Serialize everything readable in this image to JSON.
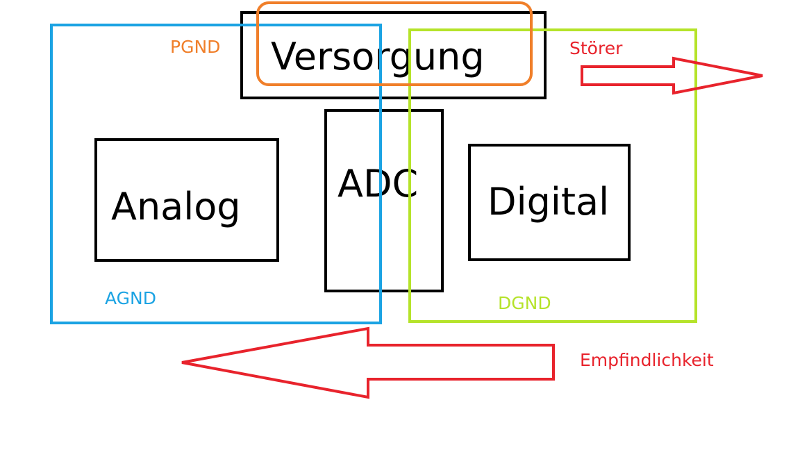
{
  "colors": {
    "block": "#000000",
    "agnd": "#1ba3e3",
    "dgnd": "#b5e32a",
    "pgnd": "#f07f2a",
    "arrow": "#e8232c"
  },
  "blocks": {
    "versorgung": "Versorgung",
    "analog": "Analog",
    "adc": "ADC",
    "digital": "Digital"
  },
  "grounds": {
    "pgnd": "PGND",
    "agnd": "AGND",
    "dgnd": "DGND"
  },
  "arrows": {
    "stoerer": "Störer",
    "empfindlichkeit": "Empfindlichkeit"
  }
}
